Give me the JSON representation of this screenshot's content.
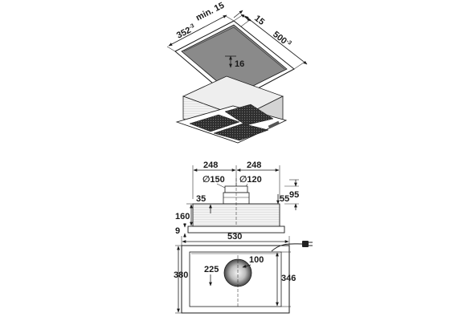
{
  "dimensions": {
    "top_depth": "352",
    "top_depth_tol": "-3",
    "top_min": "min. 15",
    "top_gap": "15",
    "top_width": "500",
    "top_width_tol": "-3",
    "inset_depth": "16",
    "left_half": "248",
    "right_half": "248",
    "duct_150": "∅150",
    "duct_120": "∅120",
    "collar_35": "35",
    "collar_55": "55",
    "height_95": "95",
    "body_160": "160",
    "flange_9": "9",
    "width_530": "530",
    "depth_380": "380",
    "hole_225": "225",
    "hole_100": "100",
    "inner_346": "346"
  },
  "colors": {
    "line": "#1a1a1a",
    "filter_gray": "#8a8a8a",
    "dark_mesh": "#3a3a3a",
    "light_gray": "#d9d9d9"
  }
}
